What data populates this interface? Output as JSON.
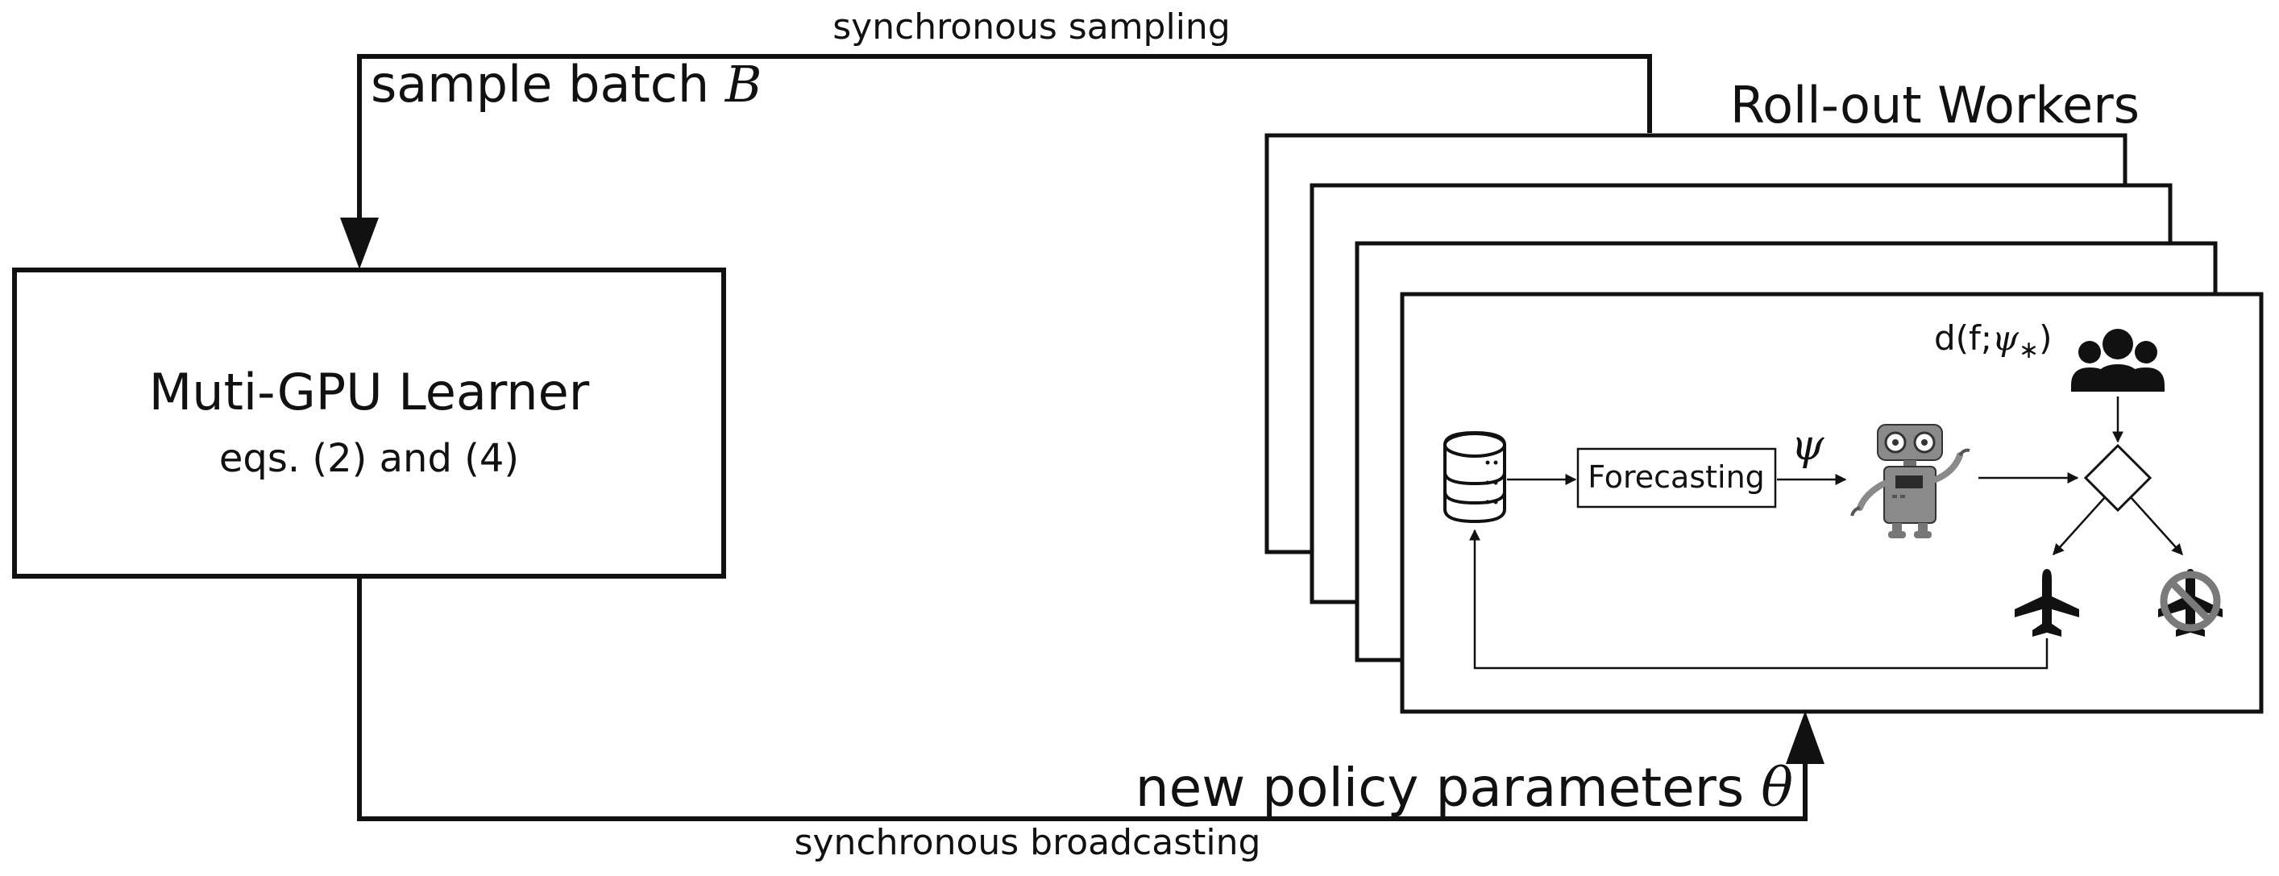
{
  "labels": {
    "sync_sampling": "synchronous sampling",
    "sample_batch_text": "sample batch ",
    "sample_batch_var": "B",
    "learner_title": "Muti-GPU Learner",
    "learner_eqs": "eqs.  (2) and (4)",
    "rollout_workers": "Roll-out Workers",
    "new_policy_text": "new policy parameters ",
    "new_policy_var": "θ",
    "sync_broadcasting": "synchronous broadcasting",
    "forecasting": "Forecasting",
    "psi": "ψ",
    "decision_prefix": "d(f;",
    "decision_psi": "ψ",
    "decision_star": "∗",
    "decision_suffix": ")"
  },
  "icons": {
    "database": "database-icon",
    "robot": "robot-icon",
    "users": "users-icon",
    "decision": "diamond-decision-icon",
    "plane": "airplane-icon",
    "plane_blocked": "airplane-blocked-icon"
  },
  "colors": {
    "stroke": "#111111",
    "robot_gray": "#8a8a8a",
    "blocked_gray": "#7a7a7a"
  }
}
